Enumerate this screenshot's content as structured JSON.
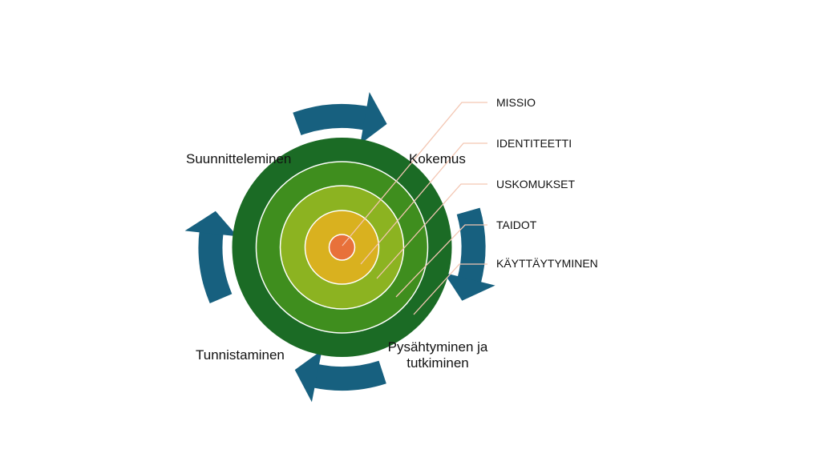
{
  "colors": {
    "rings": [
      "#1b6b25",
      "#3f8e1e",
      "#8cb321",
      "#d9b11f",
      "#e8713a"
    ],
    "arrow": "#17607f",
    "leader": "#f3c6b2"
  },
  "cycle_labels": {
    "planning": "Suunnitteleminen",
    "experience": "Kokemus",
    "pause_line1": "Pysähtyminen ja",
    "pause_line2": "tutkiminen",
    "recognition": "Tunnistaminen"
  },
  "levels": [
    "MISSIO",
    "IDENTITEETTI",
    "USKOMUKSET",
    "TAIDOT",
    "KÄYTTÄYTYMINEN"
  ]
}
